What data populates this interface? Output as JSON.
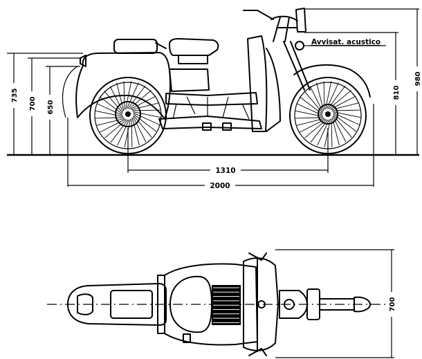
{
  "side_view": {
    "dimensions": {
      "height_overall": "735",
      "height_rear_body": "700",
      "height_seat": "650",
      "height_handlebar": "810",
      "height_mirror": "980",
      "wheelbase": "1310",
      "length_overall": "2000"
    },
    "annotation_horn": "Avvisat. acustico"
  },
  "top_view": {
    "dimensions": {
      "width_overall": "700"
    }
  },
  "colors": {
    "ink": "#000000",
    "paper": "#ffffff"
  }
}
